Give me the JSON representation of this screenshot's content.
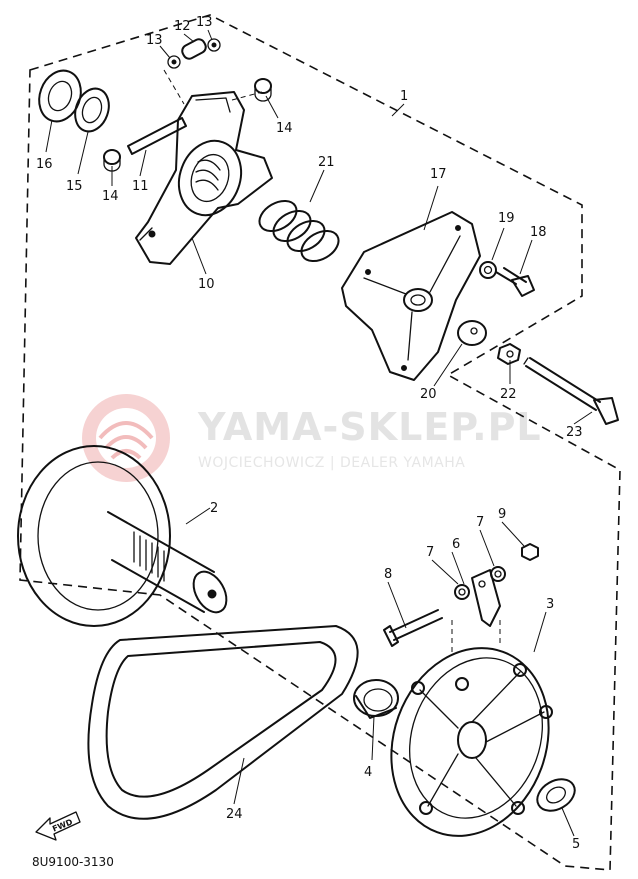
{
  "watermark": {
    "title": "YAMA-SKLEP.PL",
    "subtitle": "WOJCIECHOWICZ | DEALER YAMAHA",
    "logo_color": "#f2c6c6",
    "text_color": "#e3e3e3"
  },
  "diagram_code": "8U9100-3130",
  "fwd_label": "FWD",
  "callouts": {
    "c1": "1",
    "c2": "2",
    "c3": "3",
    "c4": "4",
    "c5": "5",
    "c6": "6",
    "c7a": "7",
    "c7b": "7",
    "c8": "8",
    "c9": "9",
    "c10": "10",
    "c11": "11",
    "c12": "12",
    "c13a": "13",
    "c13b": "13",
    "c14a": "14",
    "c14b": "14",
    "c15": "15",
    "c16": "16",
    "c17": "17",
    "c18": "18",
    "c19": "19",
    "c20": "20",
    "c21": "21",
    "c22": "22",
    "c23": "23",
    "c24": "24"
  }
}
